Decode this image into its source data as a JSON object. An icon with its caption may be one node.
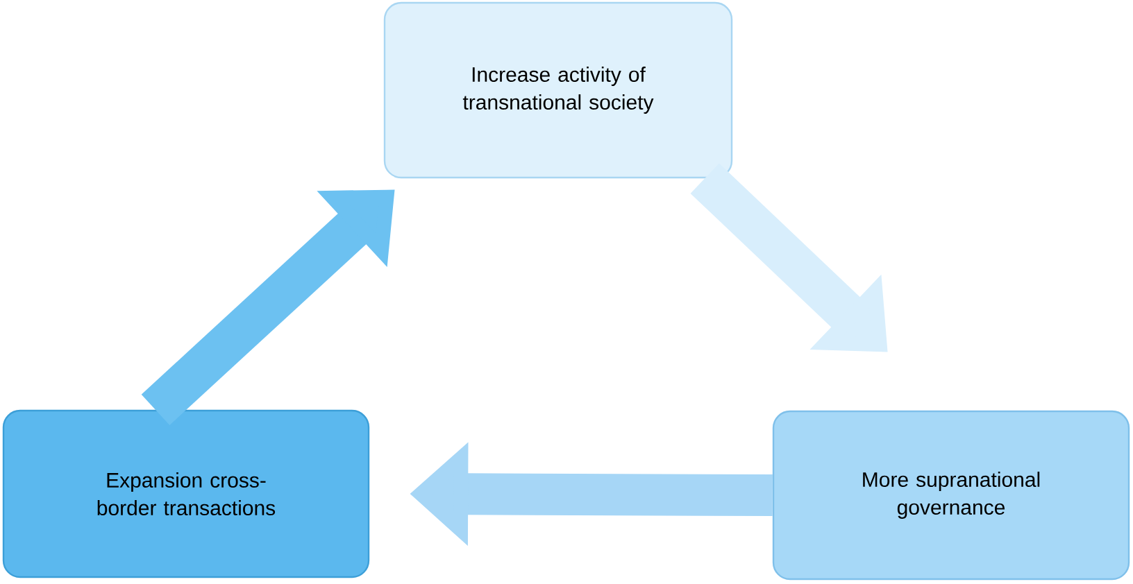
{
  "diagram": {
    "nodes": [
      {
        "text": [
          "Increase activity of transnational society"
        ]
      },
      {
        "text": [
          "More supranational governance"
        ]
      },
      {
        "text": [
          "Expansion cross-border transactions"
        ]
      }
    ],
    "edges": [
      {
        "from": 0,
        "to": 1,
        "arrow": "to",
        "color": "#d8eefc"
      },
      {
        "from": 1,
        "to": 2,
        "arrow": "to",
        "color": "#a6d6f6"
      },
      {
        "from": 2,
        "to": 0,
        "arrow": "to",
        "color": "#6cc1f1"
      }
    ]
  }
}
